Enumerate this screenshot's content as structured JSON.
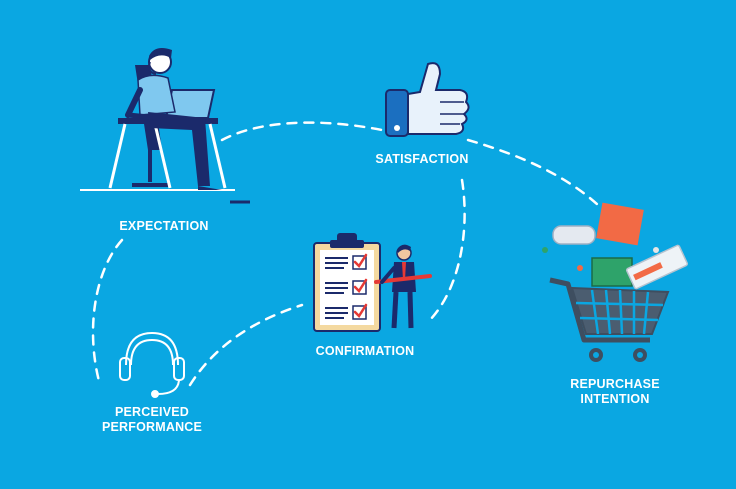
{
  "colors": {
    "background": "#0aa7e2",
    "navy": "#1b2a6b",
    "orange": "#f26a45",
    "white": "#ffffff"
  },
  "nodes": {
    "expectation": {
      "label": "EXPECTATION",
      "icon": "person-at-laptop-icon"
    },
    "satisfaction": {
      "label": "SATISFACTION",
      "icon": "thumbs-up-icon"
    },
    "confirmation": {
      "label": "CONFIRMATION",
      "icon": "checklist-businessman-icon"
    },
    "perceived": {
      "label_line1": "PERCEIVED",
      "label_line2": "PERFORMANCE",
      "icon": "headphones-icon"
    },
    "repurchase": {
      "label_line1": "REPURCHASE",
      "label_line2": "INTENTION",
      "icon": "shopping-cart-icon"
    }
  }
}
